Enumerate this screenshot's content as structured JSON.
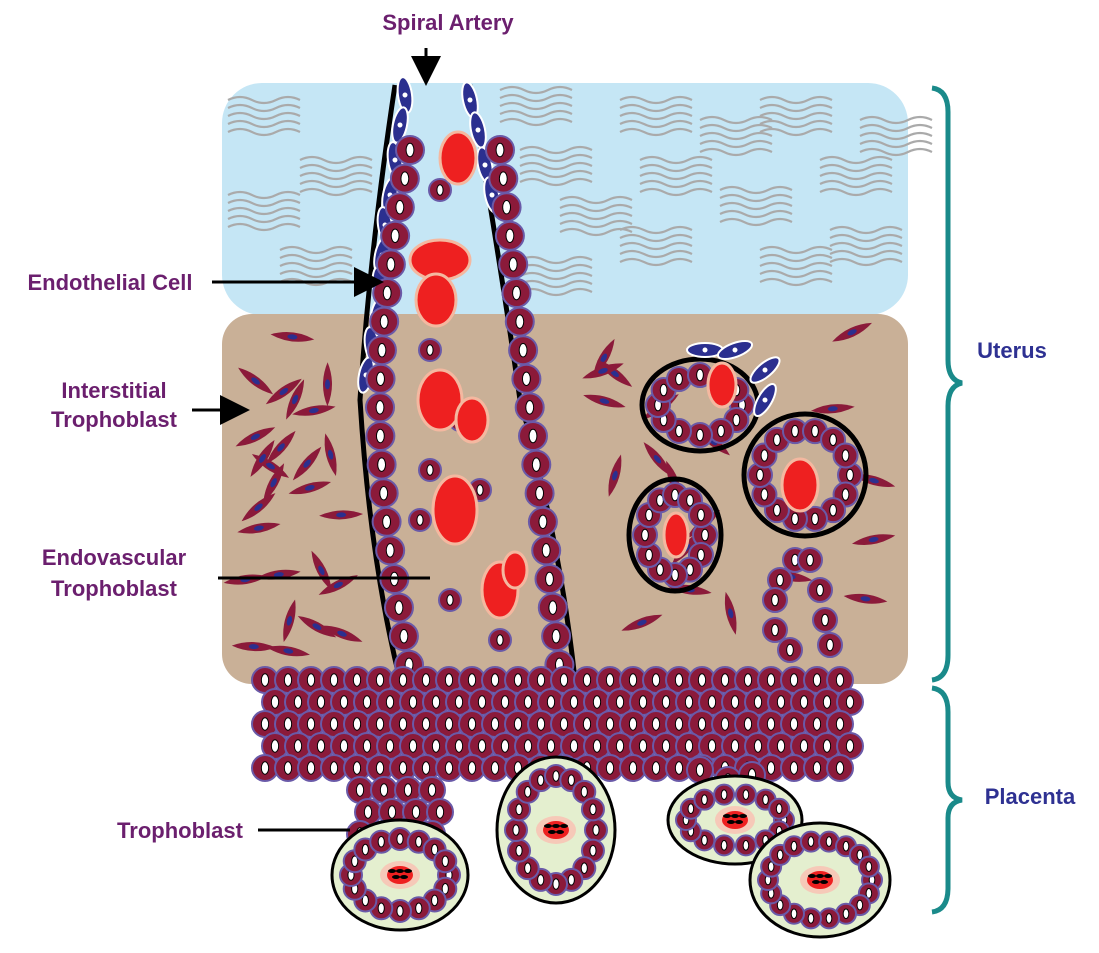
{
  "labels": {
    "spiral_artery": "Spiral Artery",
    "endothelial_cell": "Endothelial Cell",
    "interstitial_line1": "Interstitial",
    "interstitial_line2": "Trophoblast",
    "endovascular_line1": "Endovascular",
    "endovascular_line2": "Trophoblast",
    "trophoblast": "Trophoblast",
    "uterus": "Uterus",
    "placenta": "Placenta"
  },
  "colors": {
    "label_purple": "#6b1f6e",
    "region_purple": "#2e3192",
    "decidua_blue": "#c5e6f5",
    "myometrium_tan": "#c9b097",
    "brace_teal": "#1a8a8a",
    "trophoblast_cell": "#8b1a3a",
    "cell_outline": "#6a5aa8",
    "endothelial_blue": "#2b2f8f",
    "blood_red": "#ee2020",
    "villus_green": "#e4efcf",
    "fiber_gray": "#aaaaaa"
  }
}
